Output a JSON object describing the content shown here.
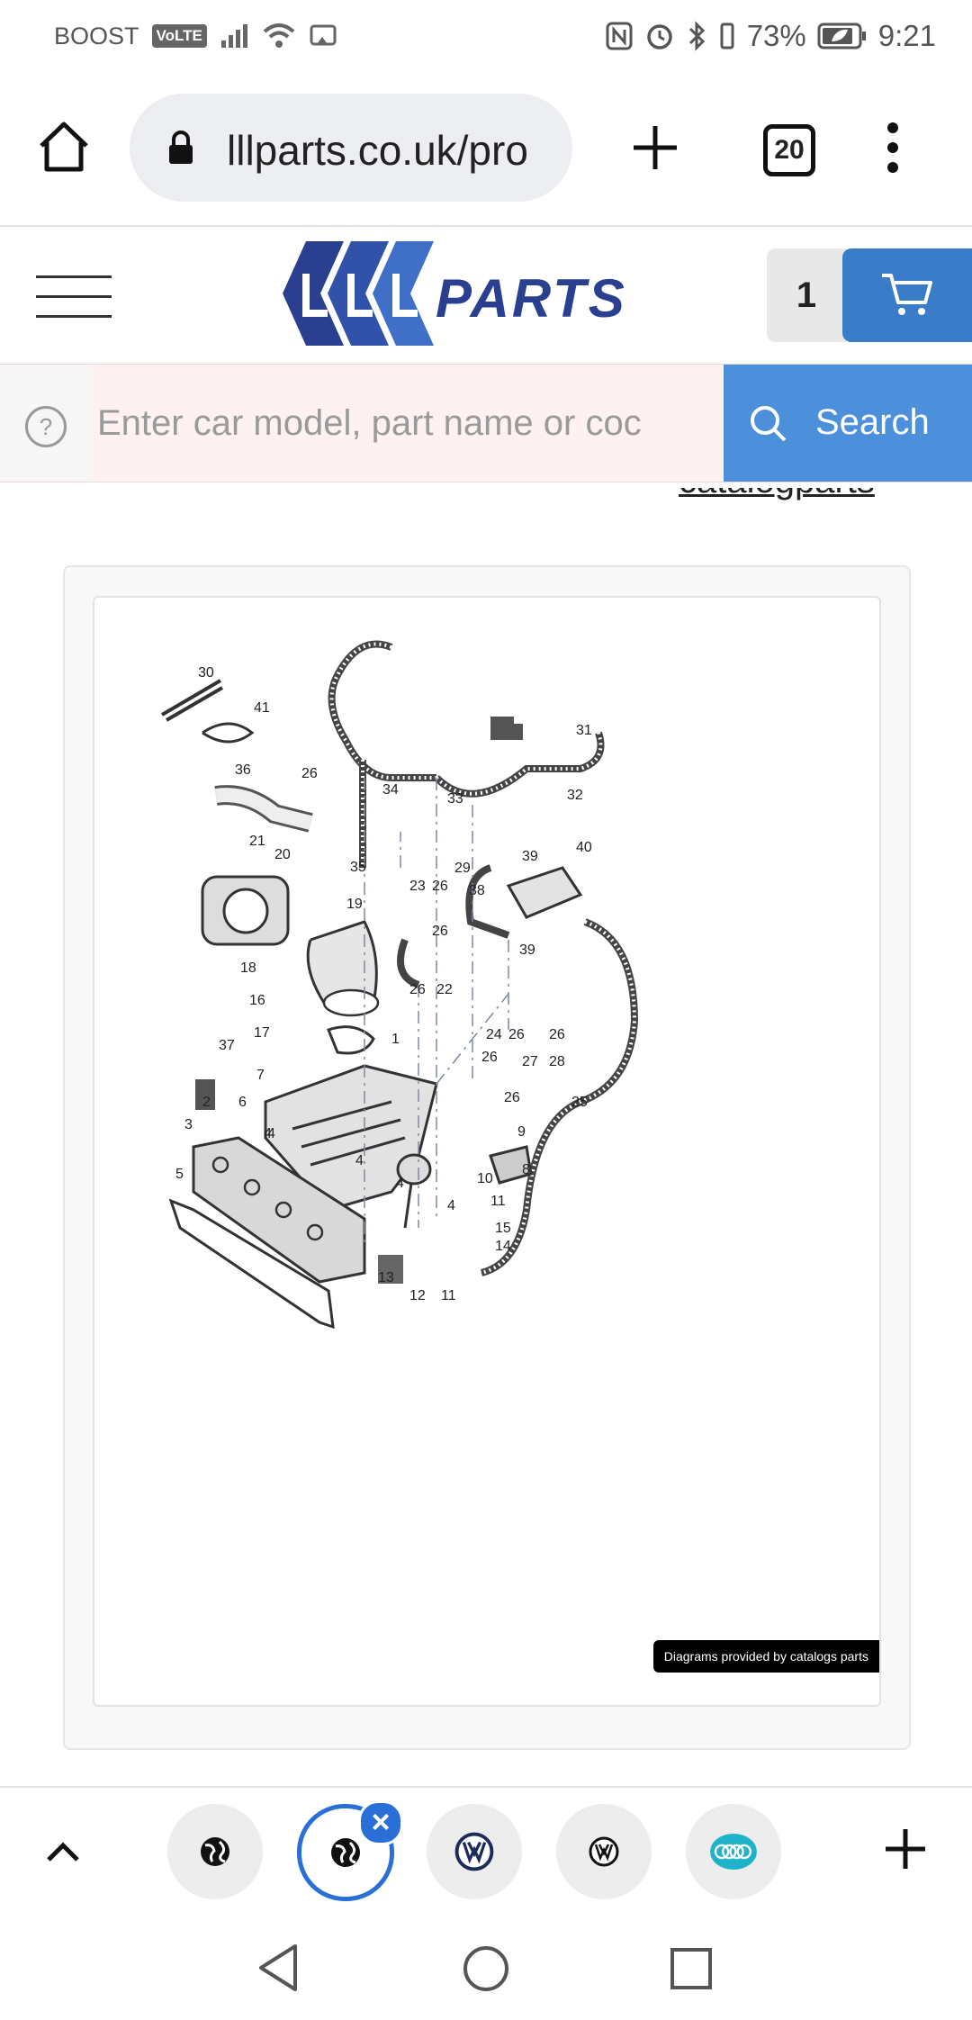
{
  "status_bar": {
    "carrier": "BOOST",
    "volte": "VoLTE",
    "battery_percent": "73%",
    "time": "9:21"
  },
  "browser": {
    "url": "lllparts.co.uk/pro",
    "tab_count": "20"
  },
  "site": {
    "logo_text": "LLL PARTS",
    "cart_count": "1",
    "search_placeholder": "Enter car model, part name or coc",
    "search_button": "Search",
    "catalog_link": "catalogparts"
  },
  "diagram": {
    "credit": "Diagrams provided by catalogs parts",
    "part_numbers": [
      "1",
      "2",
      "3",
      "4",
      "4",
      "4",
      "4",
      "4",
      "5",
      "6",
      "7",
      "8",
      "9",
      "10",
      "11",
      "11",
      "12",
      "13",
      "14",
      "15",
      "16",
      "17",
      "18",
      "19",
      "20",
      "21",
      "22",
      "23",
      "24",
      "25",
      "26",
      "26",
      "26",
      "26",
      "26",
      "26",
      "26",
      "26",
      "27",
      "28",
      "29",
      "30",
      "31",
      "32",
      "33",
      "34",
      "35",
      "36",
      "37",
      "38",
      "39",
      "39",
      "40",
      "41"
    ]
  },
  "tab_bar": {
    "tabs": [
      {
        "icon": "globe-icon"
      },
      {
        "icon": "globe-icon",
        "active": true
      },
      {
        "icon": "vw-logo-icon"
      },
      {
        "icon": "vw-logo-icon"
      },
      {
        "icon": "audi-rings-icon"
      }
    ]
  }
}
